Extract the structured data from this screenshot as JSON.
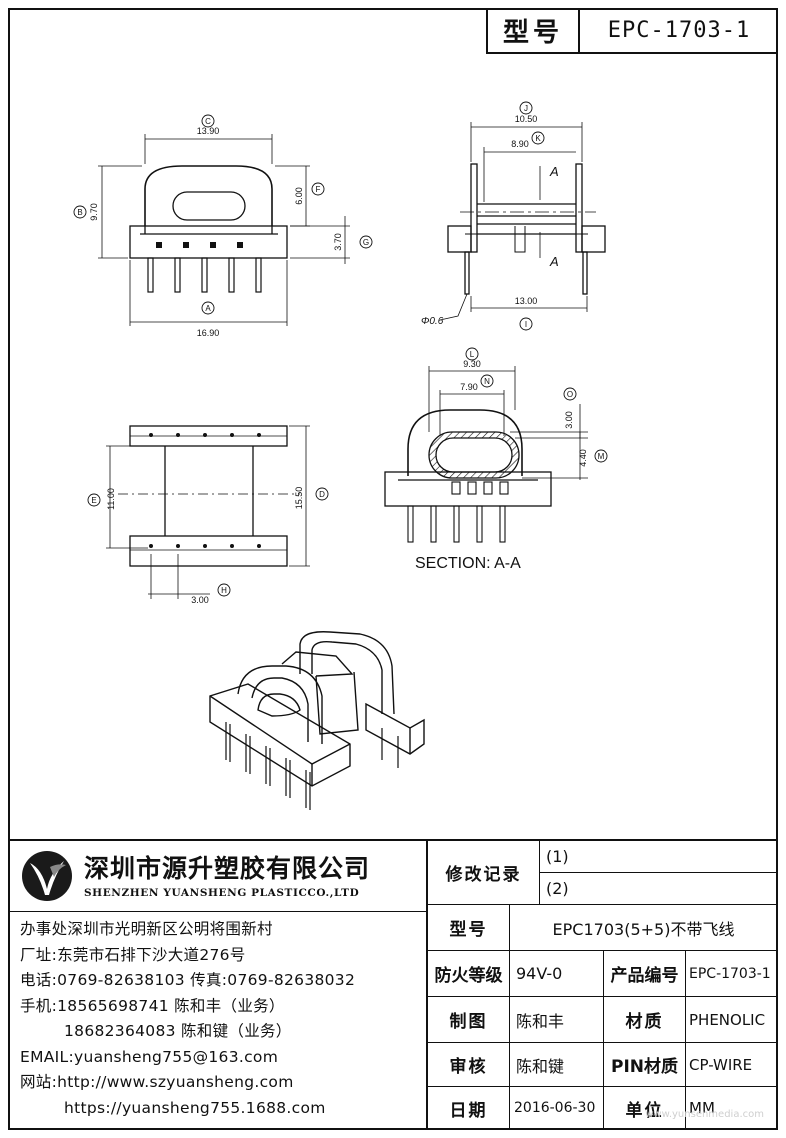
{
  "header": {
    "model_label": "型号",
    "model_value": "EPC-1703-1"
  },
  "drawing": {
    "dims": {
      "a": "16.90",
      "b": "9.70",
      "c": "13.90",
      "f": "6.00",
      "g": "3.70",
      "j": "10.50",
      "k": "8.90",
      "i": "13.00",
      "pin": "Φ0.6",
      "l": "9.30",
      "n": "7.90",
      "o": "3.00",
      "m": "4.40",
      "e": "11.00",
      "d": "15.50",
      "h": "3.00"
    },
    "letters": {
      "a": "A",
      "b": "B",
      "c": "C",
      "d": "D",
      "e": "E",
      "f": "F",
      "g": "G",
      "h": "H",
      "i": "I",
      "j": "J",
      "k": "K",
      "l": "L",
      "m": "M",
      "n": "N",
      "o": "O"
    },
    "section_marker": "A",
    "section_label": "SECTION: A-A"
  },
  "company": {
    "name_cn": "深圳市源升塑胶有限公司",
    "name_en": "SHENZHEN YUANSHENG PLASTICCO.,LTD",
    "contacts": [
      "办事处深圳市光明新区公明将围新村",
      "厂址:东莞市石排下沙大道276号",
      "电话:0769-82638103 传真:0769-82638032",
      "手机:18565698741 陈和丰（业务）",
      "18682364083 陈和键（业务）",
      "EMAIL:yuansheng755@163.com",
      "网站:http://www.szyuansheng.com",
      "https://yuansheng755.1688.com"
    ]
  },
  "table": {
    "revision_label": "修改记录",
    "rev1": "(1)",
    "rev2": "(2)",
    "model_label": "型号",
    "model_value": "EPC1703(5+5)不带飞线",
    "fire_label": "防火等级",
    "fire_value": "94V-0",
    "product_no_label": "产品编号",
    "product_no_value": "EPC-1703-1",
    "drawn_label": "制图",
    "drawn_value": "陈和丰",
    "material_label": "材质",
    "material_value": "PHENOLIC",
    "review_label": "审核",
    "review_value": "陈和键",
    "pin_material_label": "PIN材质",
    "pin_material_value": "CP-WIRE",
    "date_label": "日期",
    "date_value": "2016-06-30",
    "unit_label": "单位",
    "unit_value": "MM"
  },
  "watermark": "www.yunsenmedia.com"
}
